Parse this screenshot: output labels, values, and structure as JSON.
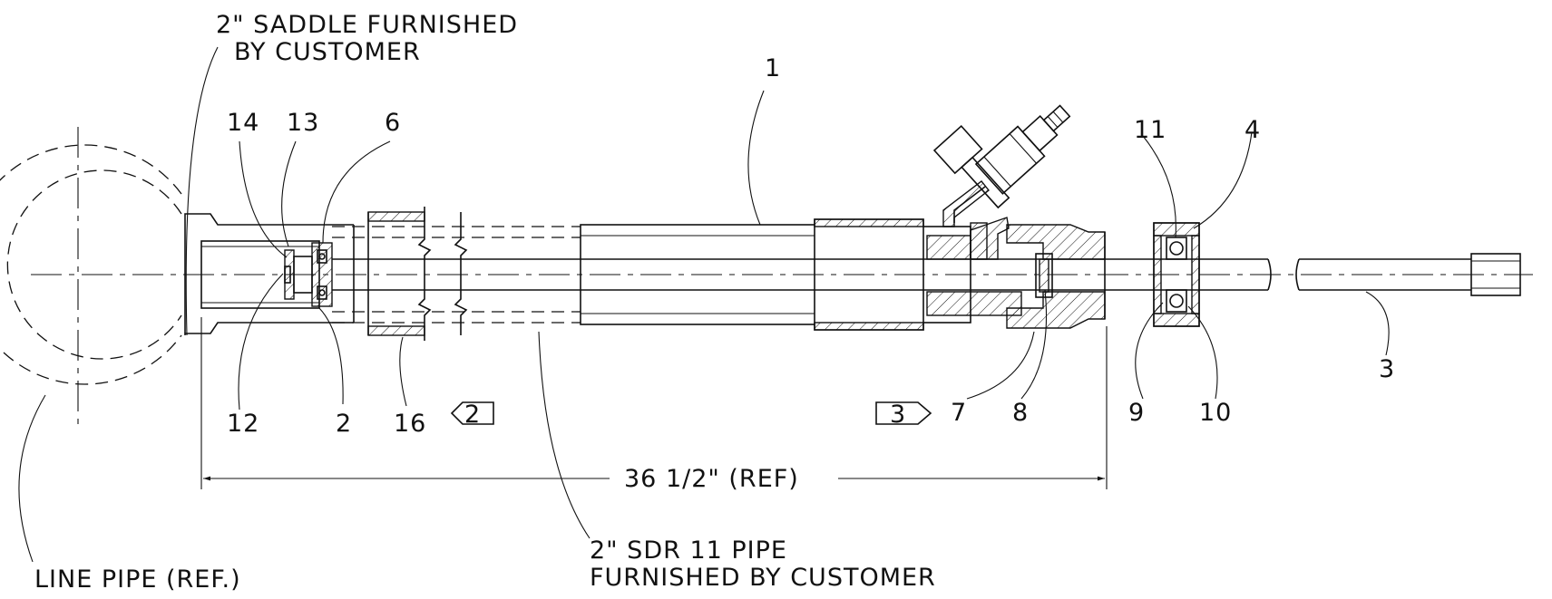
{
  "notes": {
    "saddle_line1": "2\" SADDLE FURNISHED",
    "saddle_line2": "BY CUSTOMER",
    "line_pipe": "LINE PIPE (REF.)",
    "pipe_line1": "2\" SDR 11 PIPE",
    "pipe_line2": "FURNISHED BY CUSTOMER",
    "dimension": "36 1/2\" (REF)"
  },
  "balloons": {
    "b1": "1",
    "b2": "2",
    "b3": "3",
    "b4": "4",
    "b6": "6",
    "b7": "7",
    "b8": "8",
    "b9": "9",
    "b10": "10",
    "b11": "11",
    "b12": "12",
    "b13": "13",
    "b14": "14",
    "b16": "16"
  },
  "flags": {
    "flag2": "2",
    "flag3": "3"
  }
}
